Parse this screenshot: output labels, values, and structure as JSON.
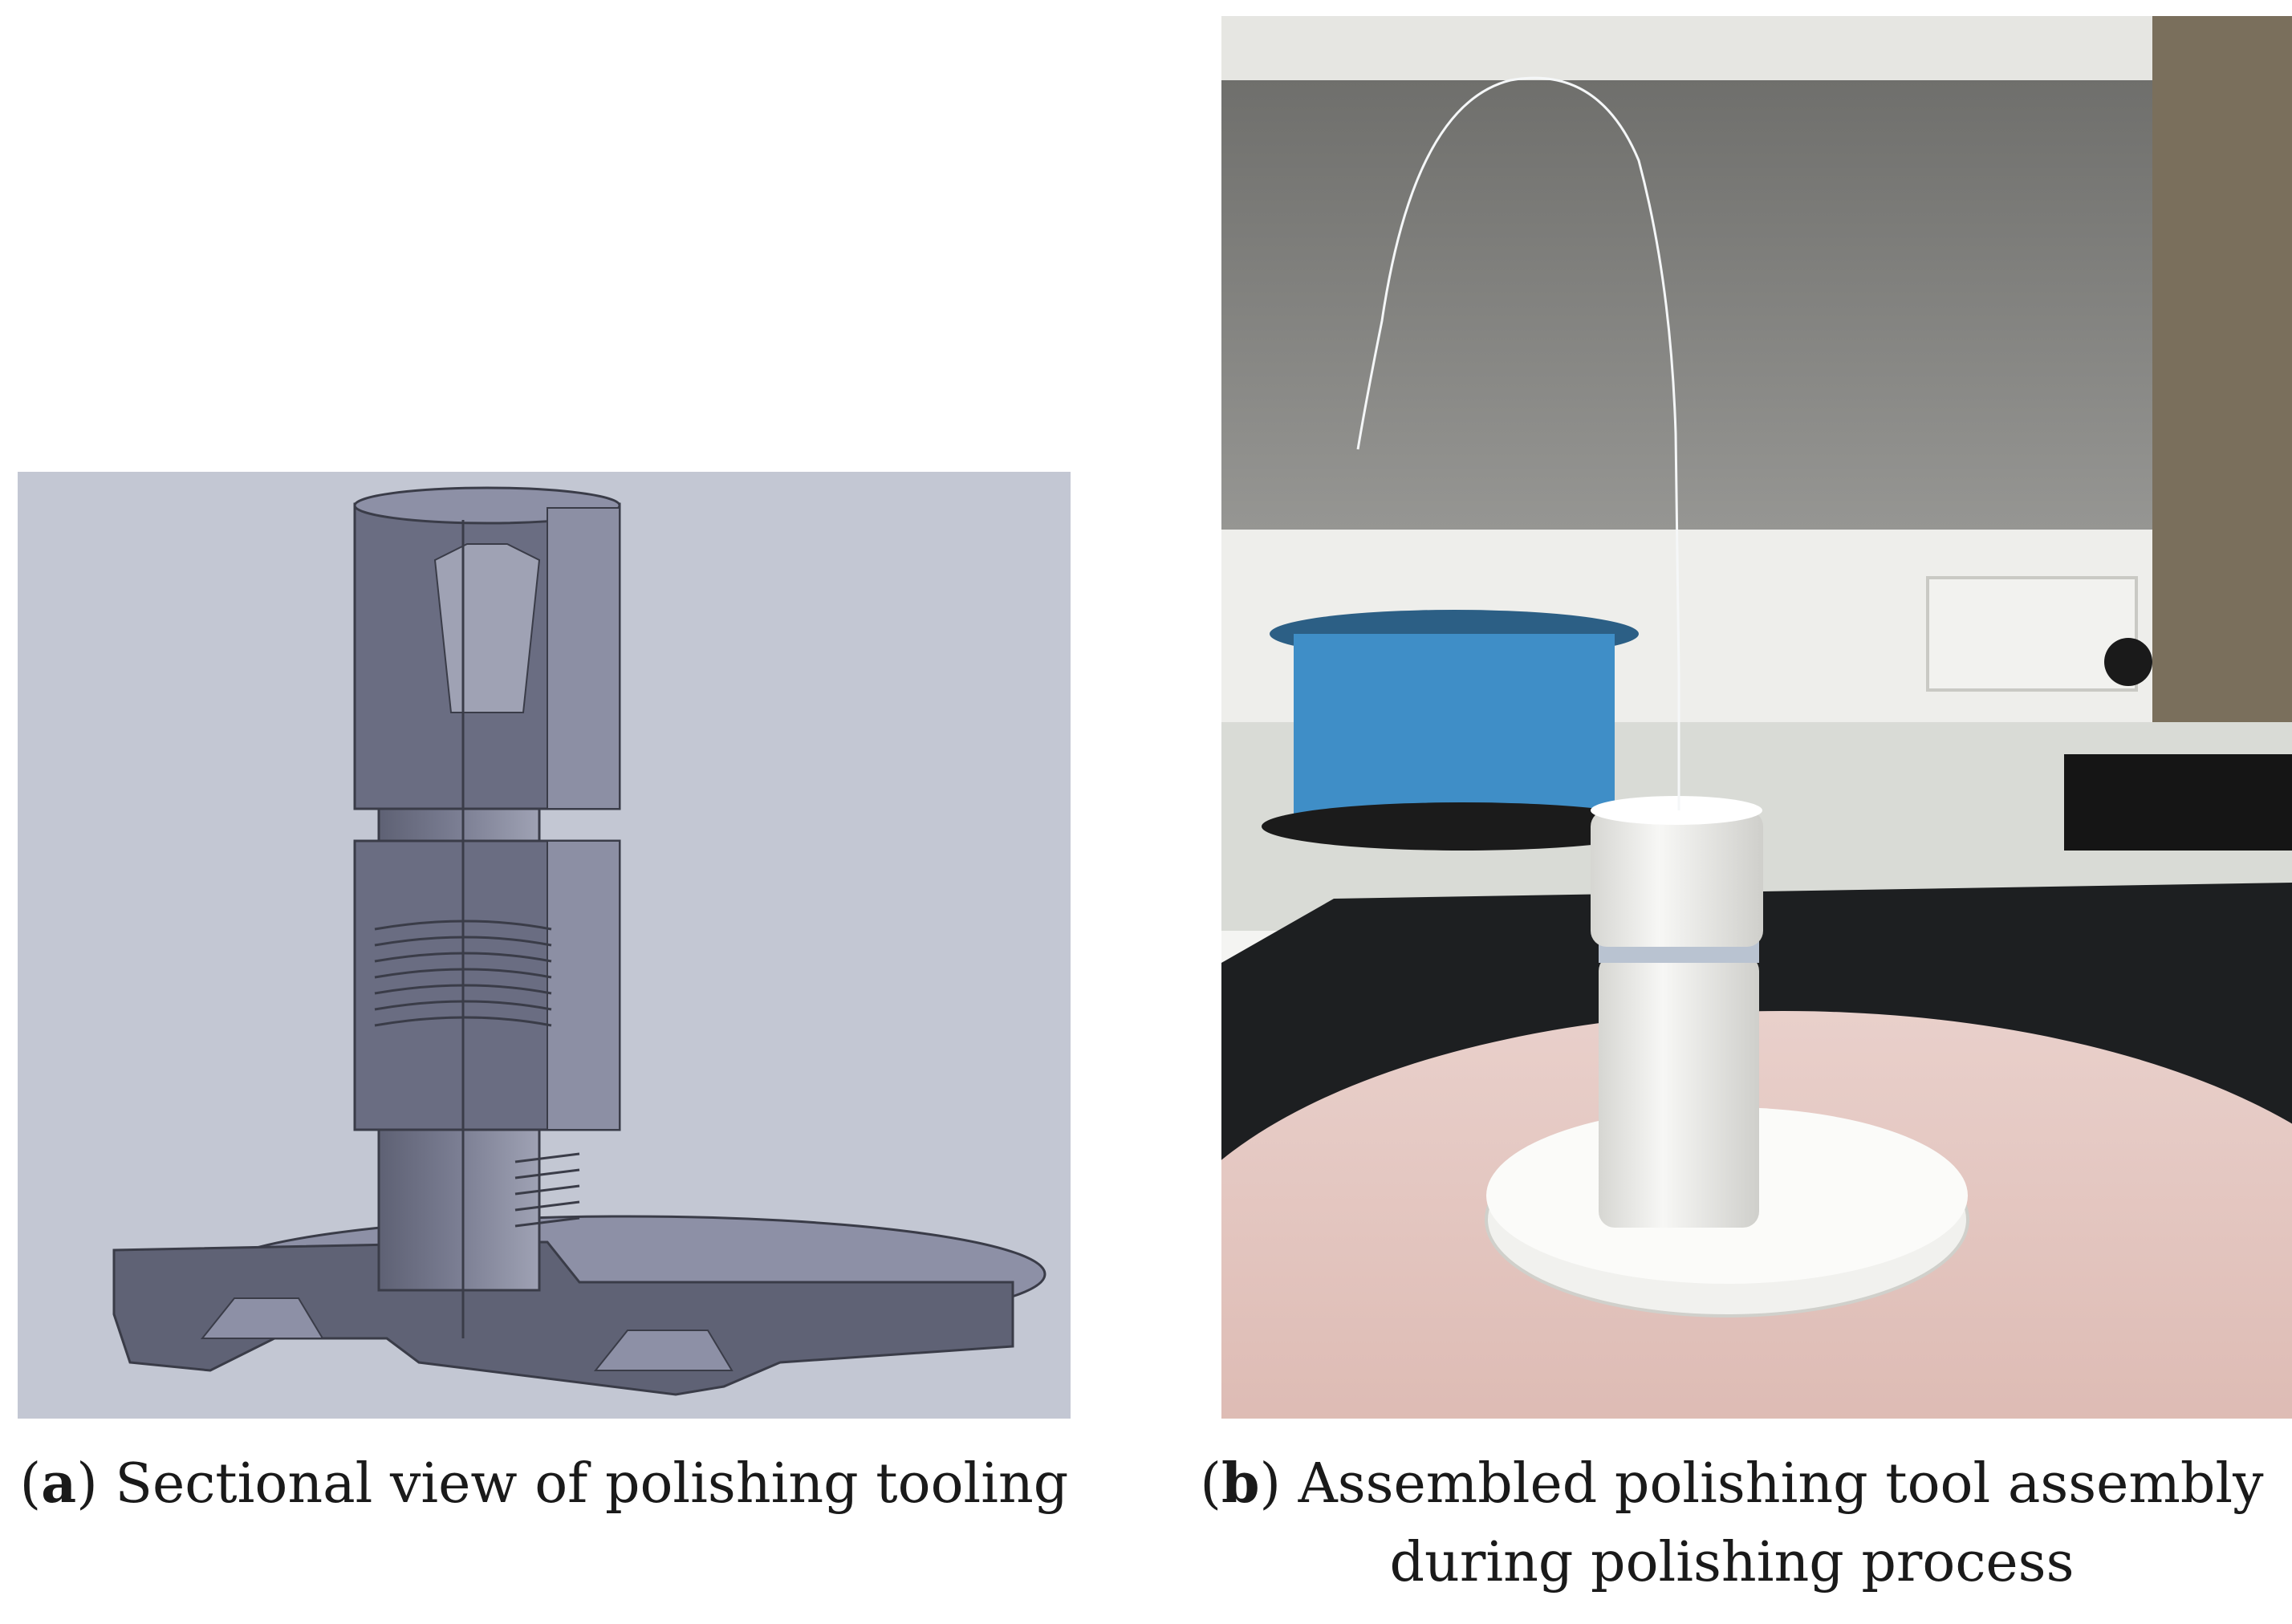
{
  "figure": {
    "panel_a": {
      "label": "a",
      "caption": "Sectional view of polishing tooling",
      "background_color": "#c3c7d3",
      "part_color": "#6e7185"
    },
    "panel_b": {
      "label": "b",
      "caption_line1": "Assembled polishing tool assembly",
      "caption_line2": "during polishing process",
      "colors": {
        "wall": "#8a8a88",
        "counter": "#d9dbd6",
        "bench": "#1d1f21",
        "pad": "#e6c9c3",
        "tool": "#f2f2f0",
        "spool": "#3f8ec7"
      }
    }
  }
}
